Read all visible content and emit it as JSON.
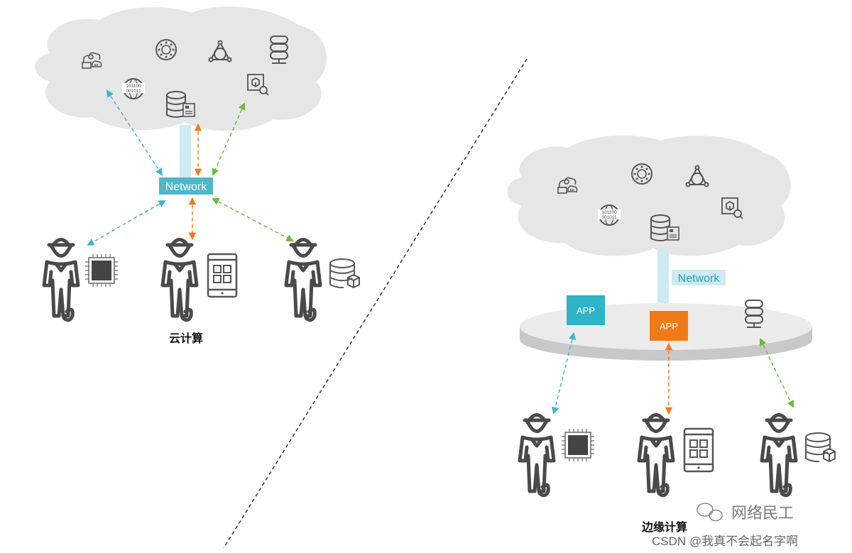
{
  "left_panel": {
    "network_label": "Network",
    "caption": "云计算"
  },
  "right_panel": {
    "network_label": "Network",
    "app_left_label": "APP",
    "app_center_label": "APP",
    "caption": "边缘计算"
  },
  "watermark": {
    "account": "网络民工",
    "credit": "CSDN @我真不会起名字啊"
  },
  "colors": {
    "cloud": "#e6e6e6",
    "network_box": "#4cb8c8",
    "pillar": "#cdebf1",
    "app_teal": "#2fb3c6",
    "app_orange": "#f07a1a",
    "arrow_blue": "#43b3cf",
    "arrow_orange": "#ef7b1c",
    "arrow_green": "#6fba3a",
    "icon": "#555555",
    "person": "#4a4a4a"
  }
}
